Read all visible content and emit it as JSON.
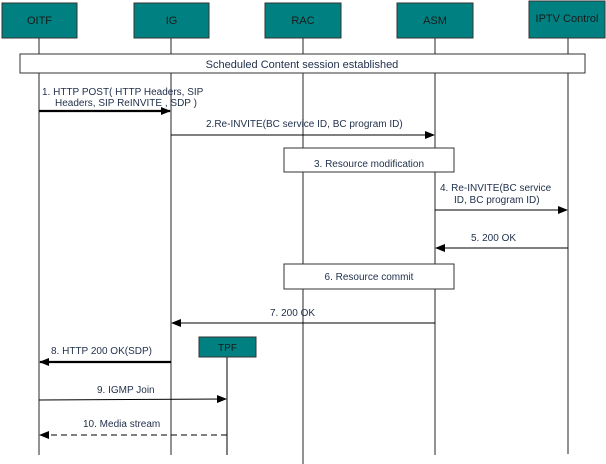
{
  "diagram": {
    "type": "sequence",
    "entities": [
      {
        "id": "oitf",
        "label": "OITF"
      },
      {
        "id": "ig",
        "label": "IG"
      },
      {
        "id": "rac",
        "label": "RAC"
      },
      {
        "id": "asm",
        "label": "ASM"
      },
      {
        "id": "iptv",
        "label": "IPTV Control"
      },
      {
        "id": "tpf",
        "label": "TPF"
      }
    ],
    "session_banner": "Scheduled Content session established",
    "notes": [
      {
        "id": "resource-modification",
        "label": "3. Resource modification",
        "span": [
          "rac",
          "asm"
        ]
      },
      {
        "id": "resource-commit",
        "label": "6. Resource commit",
        "span": [
          "rac",
          "asm"
        ]
      }
    ],
    "messages": [
      {
        "step": 1,
        "from": "oitf",
        "to": "ig",
        "style": "bold",
        "lines": [
          "1. HTTP POST( HTTP Headers, SIP",
          "Headers, SIP ReINVITE , SDP )"
        ]
      },
      {
        "step": 2,
        "from": "ig",
        "to": "asm",
        "style": "solid",
        "lines": [
          "2.Re-INVITE(BC service ID, BC program ID)"
        ]
      },
      {
        "step": 4,
        "from": "asm",
        "to": "iptv",
        "style": "solid",
        "lines": [
          "4. Re-INVITE(BC service",
          "ID, BC program ID)"
        ]
      },
      {
        "step": 5,
        "from": "iptv",
        "to": "asm",
        "style": "solid",
        "lines": [
          "5. 200 OK"
        ]
      },
      {
        "step": 7,
        "from": "asm",
        "to": "ig",
        "style": "solid",
        "lines": [
          "7. 200 OK"
        ]
      },
      {
        "step": 8,
        "from": "ig",
        "to": "oitf",
        "style": "bold",
        "lines": [
          "8. HTTP 200 OK(SDP)"
        ]
      },
      {
        "step": 9,
        "from": "oitf",
        "to": "tpf",
        "style": "solid",
        "lines": [
          "9. IGMP Join"
        ]
      },
      {
        "step": 10,
        "from": "tpf",
        "to": "oitf",
        "style": "dashed",
        "lines": [
          "10. Media stream"
        ]
      }
    ]
  }
}
